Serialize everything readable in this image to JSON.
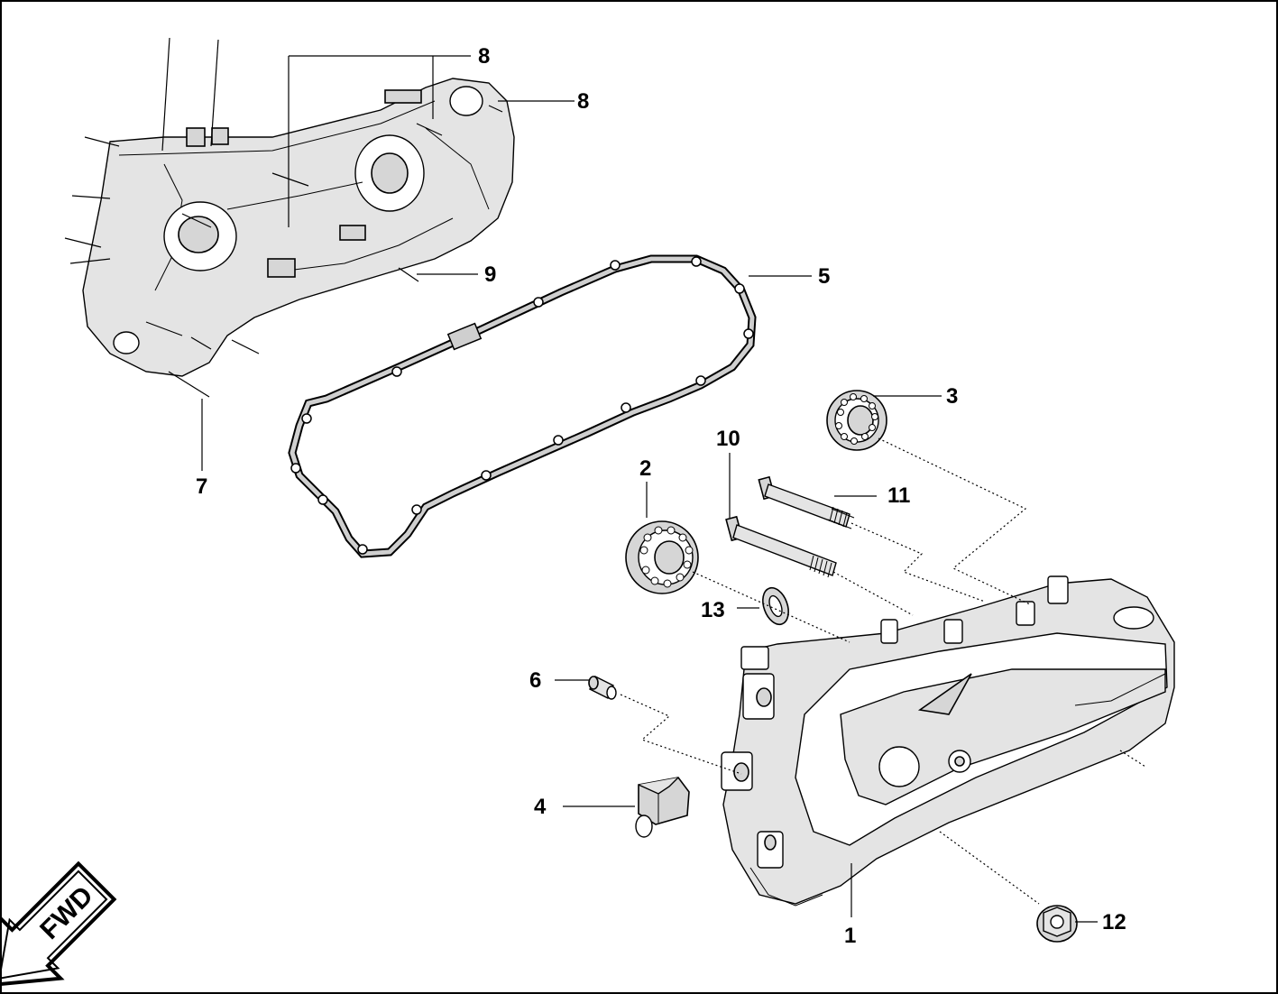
{
  "callouts": {
    "c1": "1",
    "c2": "2",
    "c3": "3",
    "c4": "4",
    "c5": "5",
    "c6": "6",
    "c7": "7",
    "c8a": "8",
    "c8b": "8",
    "c9": "9",
    "c10": "10",
    "c11": "11",
    "c12": "12",
    "c13": "13"
  },
  "direction_arrow": {
    "label": "FWD",
    "icon": "forward-arrow-icon"
  },
  "parts": [
    {
      "id": "1",
      "name": "transmission-cover"
    },
    {
      "id": "2",
      "name": "ball-bearing"
    },
    {
      "id": "3",
      "name": "ball-bearing"
    },
    {
      "id": "4",
      "name": "clip"
    },
    {
      "id": "5",
      "name": "gasket"
    },
    {
      "id": "6",
      "name": "dowel-pin"
    },
    {
      "id": "7",
      "name": "stud"
    },
    {
      "id": "8",
      "name": "stud"
    },
    {
      "id": "9",
      "name": "stud"
    },
    {
      "id": "10",
      "name": "bolt"
    },
    {
      "id": "11",
      "name": "bolt"
    },
    {
      "id": "12",
      "name": "flange-nut"
    },
    {
      "id": "13",
      "name": "washer"
    }
  ]
}
